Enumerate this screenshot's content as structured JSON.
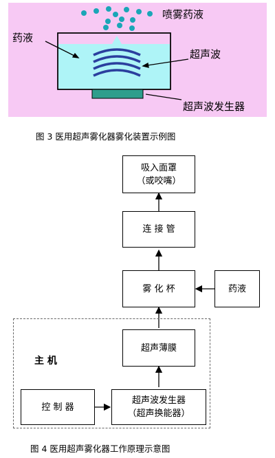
{
  "figure3": {
    "label_spray": "喷雾药液",
    "label_liquid": "药液",
    "label_ultrasound": "超声波",
    "label_generator": "超声波发生器",
    "caption": "图 3  医用超声雾化器雾化装置示例图",
    "colors": {
      "background": "#f7c9f4",
      "liquid": "#aef4f7",
      "droplets": "#1aa6b7",
      "waves": "#2b3f9e",
      "generator": "#2e9e8c"
    }
  },
  "figure4": {
    "boxes": {
      "mask_line1": "吸入面罩",
      "mask_line2": "（或咬嘴）",
      "tube": "连 接 管",
      "cup": "雾 化 杯",
      "liquid": "药液",
      "membrane": "超声薄膜",
      "controller": "控 制 器",
      "generator_line1": "超声波发生器",
      "generator_line2": "（超声换能器）"
    },
    "host_label": "主 机",
    "caption": "图 4  医用超声雾化器工作原理示意图"
  }
}
